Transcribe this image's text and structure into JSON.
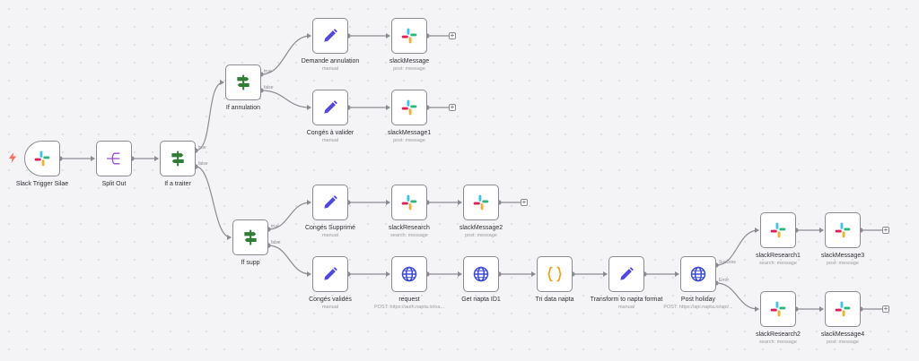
{
  "nodes": [
    {
      "id": "n1",
      "name": "Slack Trigger Silae",
      "sub": "",
      "icon": "slack",
      "trigger": true
    },
    {
      "id": "n2",
      "name": "Split Out",
      "sub": "",
      "icon": "split"
    },
    {
      "id": "n3",
      "name": "If a traiter",
      "sub": "",
      "icon": "if"
    },
    {
      "id": "n4",
      "name": "If annulation",
      "sub": "",
      "icon": "if"
    },
    {
      "id": "n5",
      "name": "If supp",
      "sub": "",
      "icon": "if"
    },
    {
      "id": "n6",
      "name": "Demande annulation",
      "sub": "manual",
      "icon": "pen"
    },
    {
      "id": "n7",
      "name": "slackMessage",
      "sub": "post: message",
      "icon": "slack"
    },
    {
      "id": "n8",
      "name": "Congés à valider",
      "sub": "manual",
      "icon": "pen"
    },
    {
      "id": "n9",
      "name": "slackMessage1",
      "sub": "post: message",
      "icon": "slack"
    },
    {
      "id": "n10",
      "name": "Congés Supprimé",
      "sub": "manual",
      "icon": "pen"
    },
    {
      "id": "n11",
      "name": "slackResearch",
      "sub": "search: message",
      "icon": "slack"
    },
    {
      "id": "n12",
      "name": "slackMessage2",
      "sub": "post: message",
      "icon": "slack"
    },
    {
      "id": "n13",
      "name": "Congés validés",
      "sub": "manual",
      "icon": "pen"
    },
    {
      "id": "n14",
      "name": "request",
      "sub": "POST: https://auth.napta.io/oa...",
      "icon": "globe"
    },
    {
      "id": "n15",
      "name": "Get napta ID1",
      "sub": "",
      "icon": "globe"
    },
    {
      "id": "n16",
      "name": "Tri data napta",
      "sub": "",
      "icon": "code"
    },
    {
      "id": "n17",
      "name": "Transform to napta format",
      "sub": "manual",
      "icon": "pen"
    },
    {
      "id": "n18",
      "name": "Post holiday",
      "sub": "POST: https://api.napta.io/api/...",
      "icon": "globe"
    },
    {
      "id": "n19",
      "name": "slackResearch1",
      "sub": "search: message",
      "icon": "slack"
    },
    {
      "id": "n20",
      "name": "slackMessage3",
      "sub": "post: message",
      "icon": "slack"
    },
    {
      "id": "n21",
      "name": "slackResearch2",
      "sub": "search: message",
      "icon": "slack"
    },
    {
      "id": "n22",
      "name": "slackMessage4",
      "sub": "post: message",
      "icon": "slack"
    }
  ],
  "edges": [
    {
      "from": "n1",
      "to": "n2"
    },
    {
      "from": "n2",
      "to": "n3"
    },
    {
      "from": "n3",
      "to": "n4",
      "port": "true"
    },
    {
      "from": "n3",
      "to": "n5",
      "port": "false"
    },
    {
      "from": "n4",
      "to": "n6",
      "port": "true"
    },
    {
      "from": "n4",
      "to": "n8",
      "port": "false"
    },
    {
      "from": "n6",
      "to": "n7"
    },
    {
      "from": "n8",
      "to": "n9"
    },
    {
      "from": "n5",
      "to": "n10",
      "port": "true"
    },
    {
      "from": "n5",
      "to": "n13",
      "port": "false"
    },
    {
      "from": "n10",
      "to": "n11"
    },
    {
      "from": "n11",
      "to": "n12"
    },
    {
      "from": "n13",
      "to": "n14"
    },
    {
      "from": "n14",
      "to": "n15"
    },
    {
      "from": "n15",
      "to": "n16"
    },
    {
      "from": "n16",
      "to": "n17"
    },
    {
      "from": "n17",
      "to": "n18"
    },
    {
      "from": "n18",
      "to": "n19",
      "port": "success"
    },
    {
      "from": "n18",
      "to": "n21",
      "port": "error"
    },
    {
      "from": "n19",
      "to": "n20"
    },
    {
      "from": "n21",
      "to": "n22"
    }
  ],
  "port_labels": {
    "true": "true",
    "false": "false",
    "success": "Success",
    "error": "Error"
  },
  "add_button_label": "+",
  "colors": {
    "edge": "#8b8b92",
    "pen": "#4f46e5",
    "globe": "#3b4bd8",
    "code": "#f59e0b",
    "if": "#2e7d32",
    "split": "#9c4dcc",
    "trigger": "#ff6d5a",
    "slack_blue": "#36c5f0",
    "slack_green": "#2eb67d",
    "slack_yellow": "#ecb22e",
    "slack_red": "#e01e5a"
  }
}
